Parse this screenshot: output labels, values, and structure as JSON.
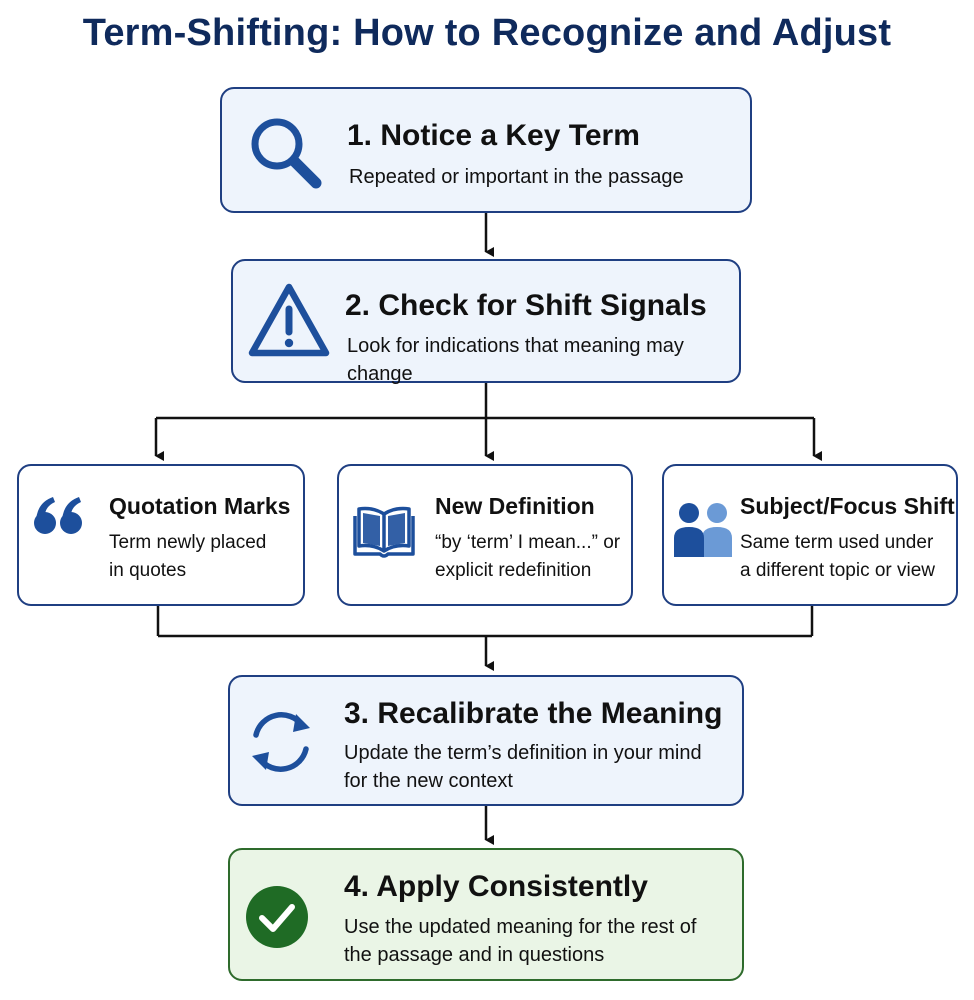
{
  "title": "Term-Shifting: How to Recognize and Adjust",
  "steps": [
    {
      "title": "1. Notice a Key Term",
      "description": "Repeated or important in the passage",
      "icon": "magnifying-glass-icon"
    },
    {
      "title": "2. Check for Shift Signals",
      "description": "Look for indications that meaning may change",
      "icon": "warning-triangle-icon"
    },
    {
      "title": "3. Recalibrate the Meaning",
      "description_lines": [
        "Update the term’s definition in your mind",
        "for the new context"
      ],
      "icon": "refresh-arrows-icon"
    },
    {
      "title": "4. Apply Consistently",
      "description_lines": [
        "Use the updated meaning for the rest of",
        "the passage and in questions"
      ],
      "icon": "checkmark-circle-icon"
    }
  ],
  "signals": [
    {
      "title": "Quotation Marks",
      "description_lines": [
        "Term newly placed",
        "in quotes"
      ],
      "icon": "quotation-marks-icon"
    },
    {
      "title": "New Definition",
      "description_lines": [
        "“by ‘term’ I mean...” or",
        "explicit redefinition"
      ],
      "icon": "open-book-icon"
    },
    {
      "title": "Subject/Focus Shift",
      "description_lines": [
        "Same term used under",
        "a different topic or view"
      ],
      "icon": "two-people-icon"
    }
  ],
  "colors": {
    "navy": "#1f3f82",
    "title": "#0f2a5c",
    "step_fill": "#eef4fc",
    "green_border": "#2e6b2c",
    "green_fill": "#eaf5e6",
    "icon_blue": "#1d4f9c",
    "icon_light_blue": "#6b9ad6",
    "check_green": "#1f6b25"
  }
}
